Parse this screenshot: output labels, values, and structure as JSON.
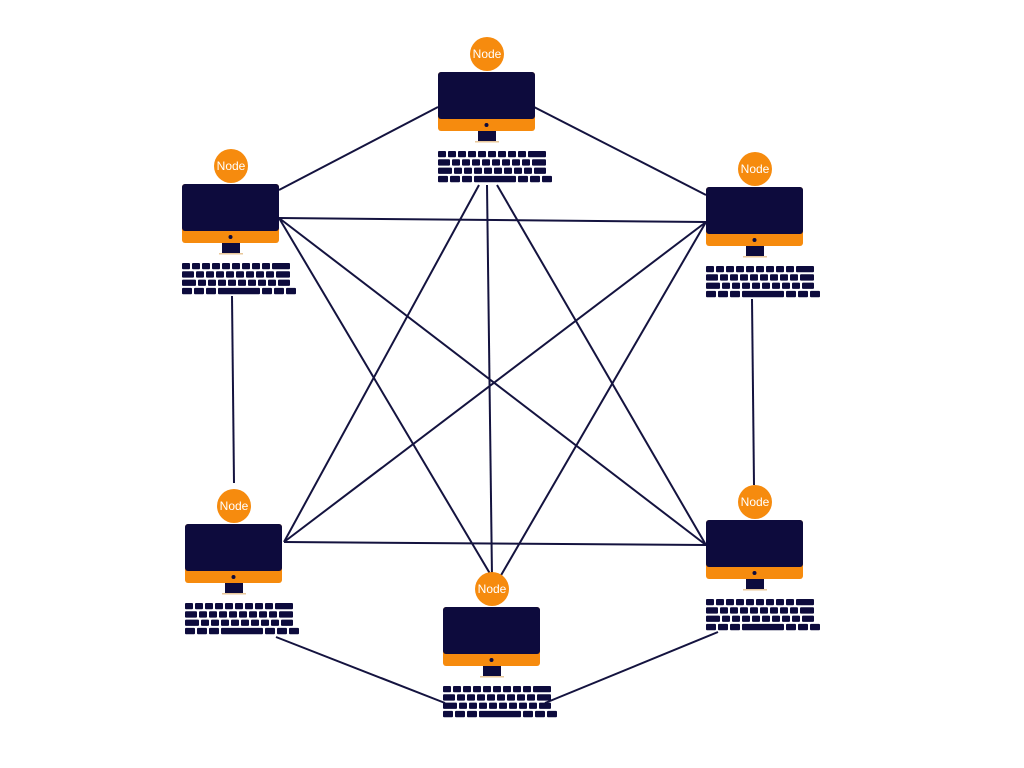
{
  "diagram": {
    "type": "mesh-network",
    "colors": {
      "screen": "#0d0b3d",
      "accent": "#f68b0e",
      "edge": "#14133f"
    },
    "nodes": [
      {
        "id": "top",
        "label": "Node"
      },
      {
        "id": "left-top",
        "label": "Node"
      },
      {
        "id": "right-top",
        "label": "Node"
      },
      {
        "id": "left-bottom",
        "label": "Node"
      },
      {
        "id": "right-bottom",
        "label": "Node"
      },
      {
        "id": "bottom",
        "label": "Node"
      }
    ]
  }
}
